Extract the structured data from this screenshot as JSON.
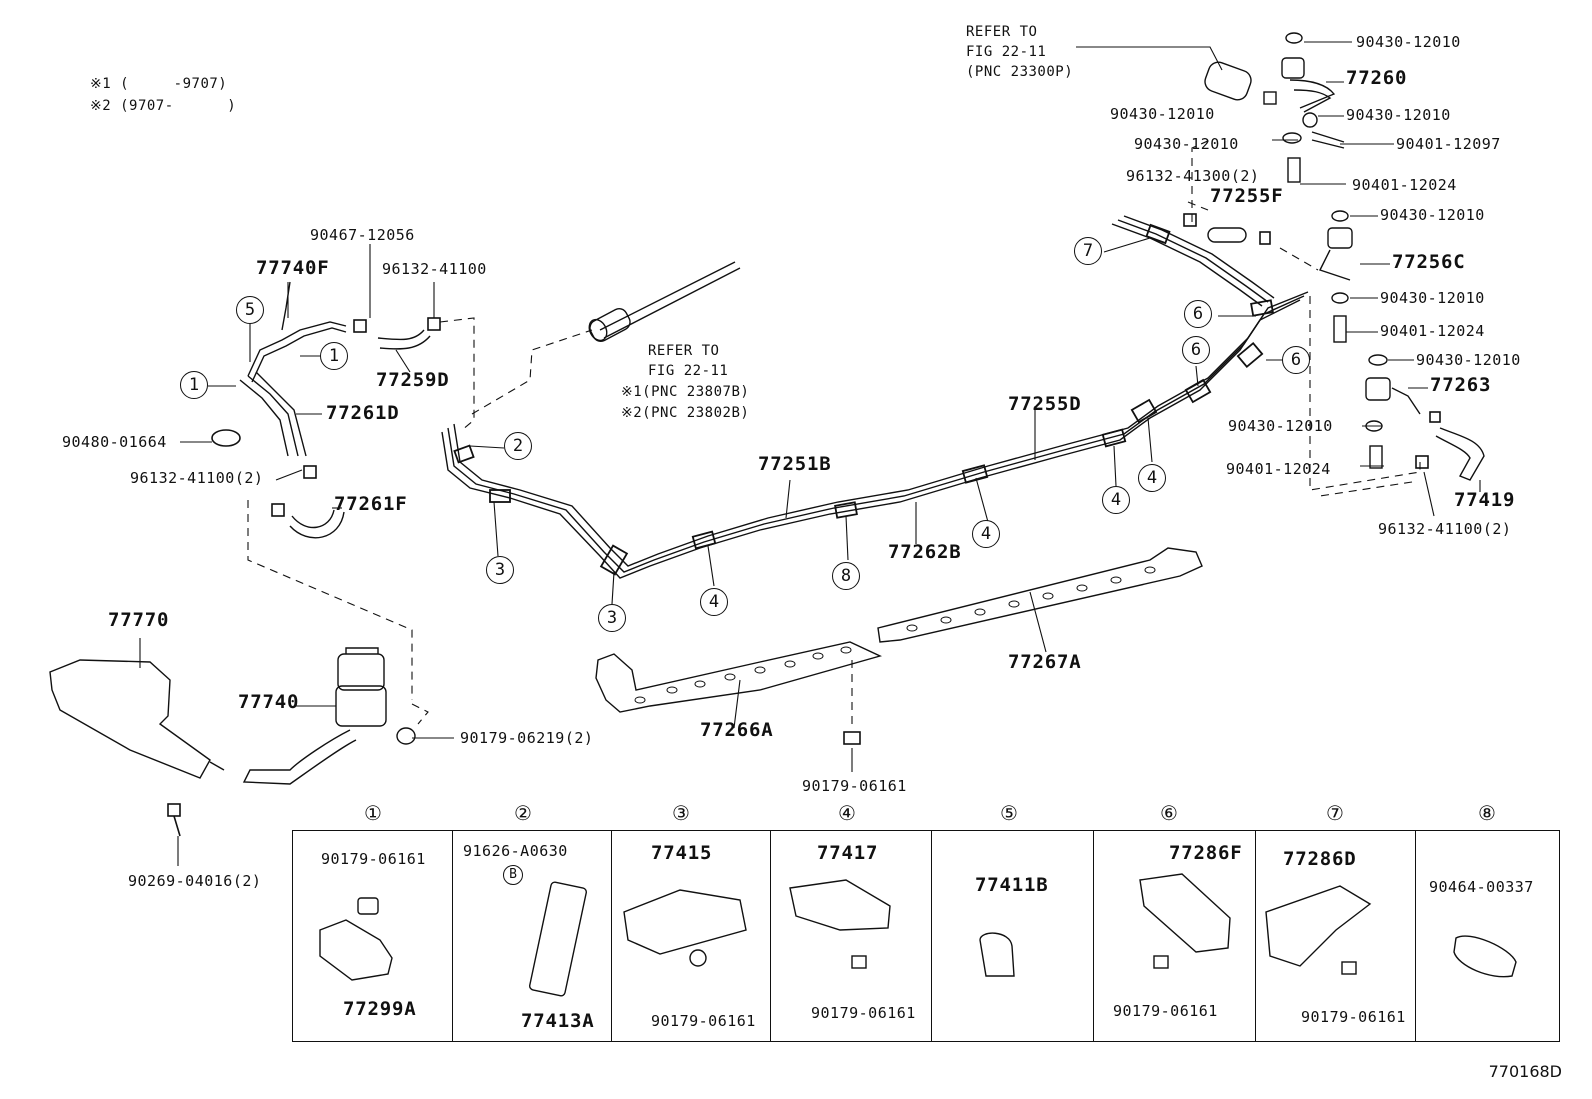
{
  "notes": {
    "note1": "※1 (     -9707)",
    "note2": "※2 (9707-      )"
  },
  "refer_top": {
    "line1": "REFER TO",
    "line2": "FIG 22-11",
    "line3": "(PNC 23300P)"
  },
  "refer_mid": {
    "line1": "REFER TO",
    "line2": "FIG 22-11",
    "line3": "※1(PNC 23807B)",
    "line4": "※2(PNC 23802B)"
  },
  "parts": {
    "p90430_a": "90430-12010",
    "p77260": "77260",
    "p90430_b": "90430-12010",
    "p90430_c": "90430-12010",
    "p90401_12097": "90401-12097",
    "p90430_d": "90430-12010",
    "p90401_12024_a": "90401-12024",
    "p96132_41300": "96132-41300(2)",
    "p77255F": "77255F",
    "p90430_e": "90430-12010",
    "p77256C": "77256C",
    "p90430_f": "90430-12010",
    "p90401_12024_b": "90401-12024",
    "p90430_g": "90430-12010",
    "p77263": "77263",
    "p90430_h": "90430-12010",
    "p90401_12024_c": "90401-12024",
    "p77419": "77419",
    "p96132_41100_r": "96132-41100(2)",
    "p90467": "90467-12056",
    "p77740F": "77740F",
    "p96132_41100_a": "96132-41100",
    "p77259D": "77259D",
    "p77261D": "77261D",
    "p90480": "90480-01664",
    "p96132_41100_b": "96132-41100(2)",
    "p77261F": "77261F",
    "p77255D": "77255D",
    "p77251B": "77251B",
    "p77262B": "77262B",
    "p77267A": "77267A",
    "p77266A": "77266A",
    "p90179_06161": "90179-06161",
    "p77770": "77770",
    "p77740": "77740",
    "p90179_06219": "90179-06219(2)",
    "p90269": "90269-04016(2)"
  },
  "callouts": {
    "c1": "1",
    "c2": "2",
    "c3": "3",
    "c4": "4",
    "c5": "5",
    "c6": "6",
    "c7": "7",
    "c8": "8"
  },
  "legend": [
    {
      "index": "①",
      "top": "90179-06161",
      "bottom": "77299A"
    },
    {
      "index": "②",
      "top": "91626-A0630",
      "bottom": "77413A",
      "mark": "B"
    },
    {
      "index": "③",
      "top": "77415",
      "bottom": "90179-06161"
    },
    {
      "index": "④",
      "top": "77417",
      "bottom": "90179-06161"
    },
    {
      "index": "⑤",
      "top": "77411B",
      "bottom": ""
    },
    {
      "index": "⑥",
      "top": "77286F",
      "bottom": "90179-06161"
    },
    {
      "index": "⑦",
      "top": "77286D",
      "bottom": "90179-06161"
    },
    {
      "index": "⑧",
      "top": "90464-00337",
      "bottom": ""
    }
  ],
  "figure_id": "770168D"
}
